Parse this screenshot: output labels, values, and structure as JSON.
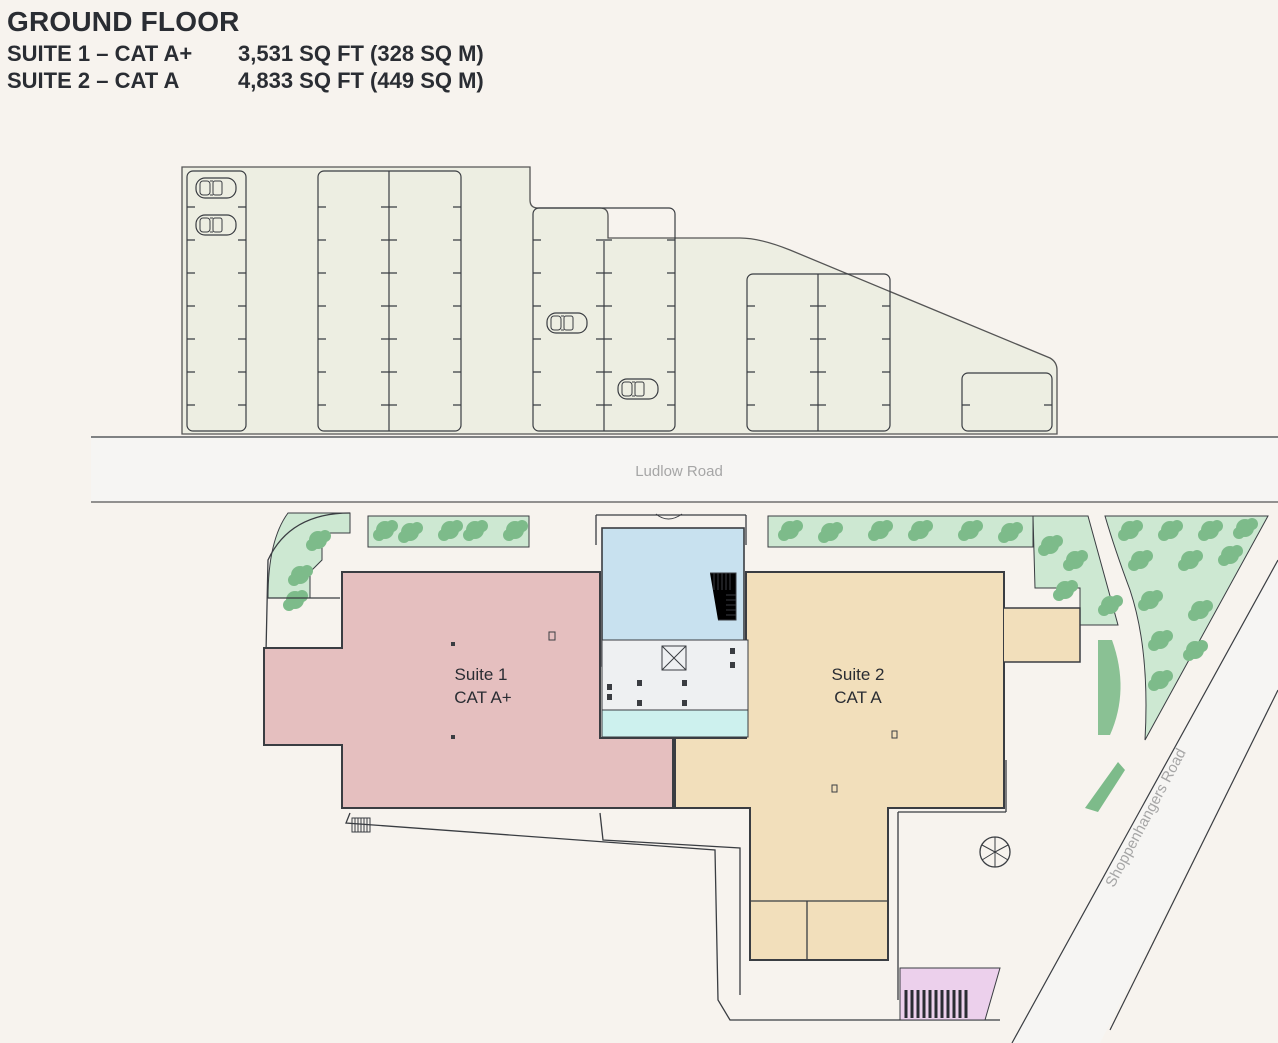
{
  "header": {
    "title": "GROUND FLOOR",
    "specs": [
      {
        "suite": "SUITE 1 – CAT A+",
        "area": "3,531 SQ FT (328 SQ M)"
      },
      {
        "suite": "SUITE 2 – CAT A",
        "area": "4,833 SQ FT (449 SQ M)"
      }
    ]
  },
  "plan": {
    "roads": [
      {
        "name": "Ludlow Road"
      },
      {
        "name": "Shoppenhangers Road"
      }
    ],
    "suites": [
      {
        "line1": "Suite 1",
        "line2": "CAT A+",
        "color": "#e5bfbf"
      },
      {
        "line1": "Suite 2",
        "line2": "CAT A",
        "color": "#f2dfbb"
      }
    ],
    "colors": {
      "background": "#f7f3ee",
      "car_park": "#edeee2",
      "road": "#f6f5f3",
      "core": "#c8e1ef",
      "wc_lobby": "#cdf1ee",
      "landscape": "#cde8d2",
      "trees": "#7dbb8a",
      "bike_store": "#ecd0ec",
      "wall": "#3a3d42"
    }
  }
}
